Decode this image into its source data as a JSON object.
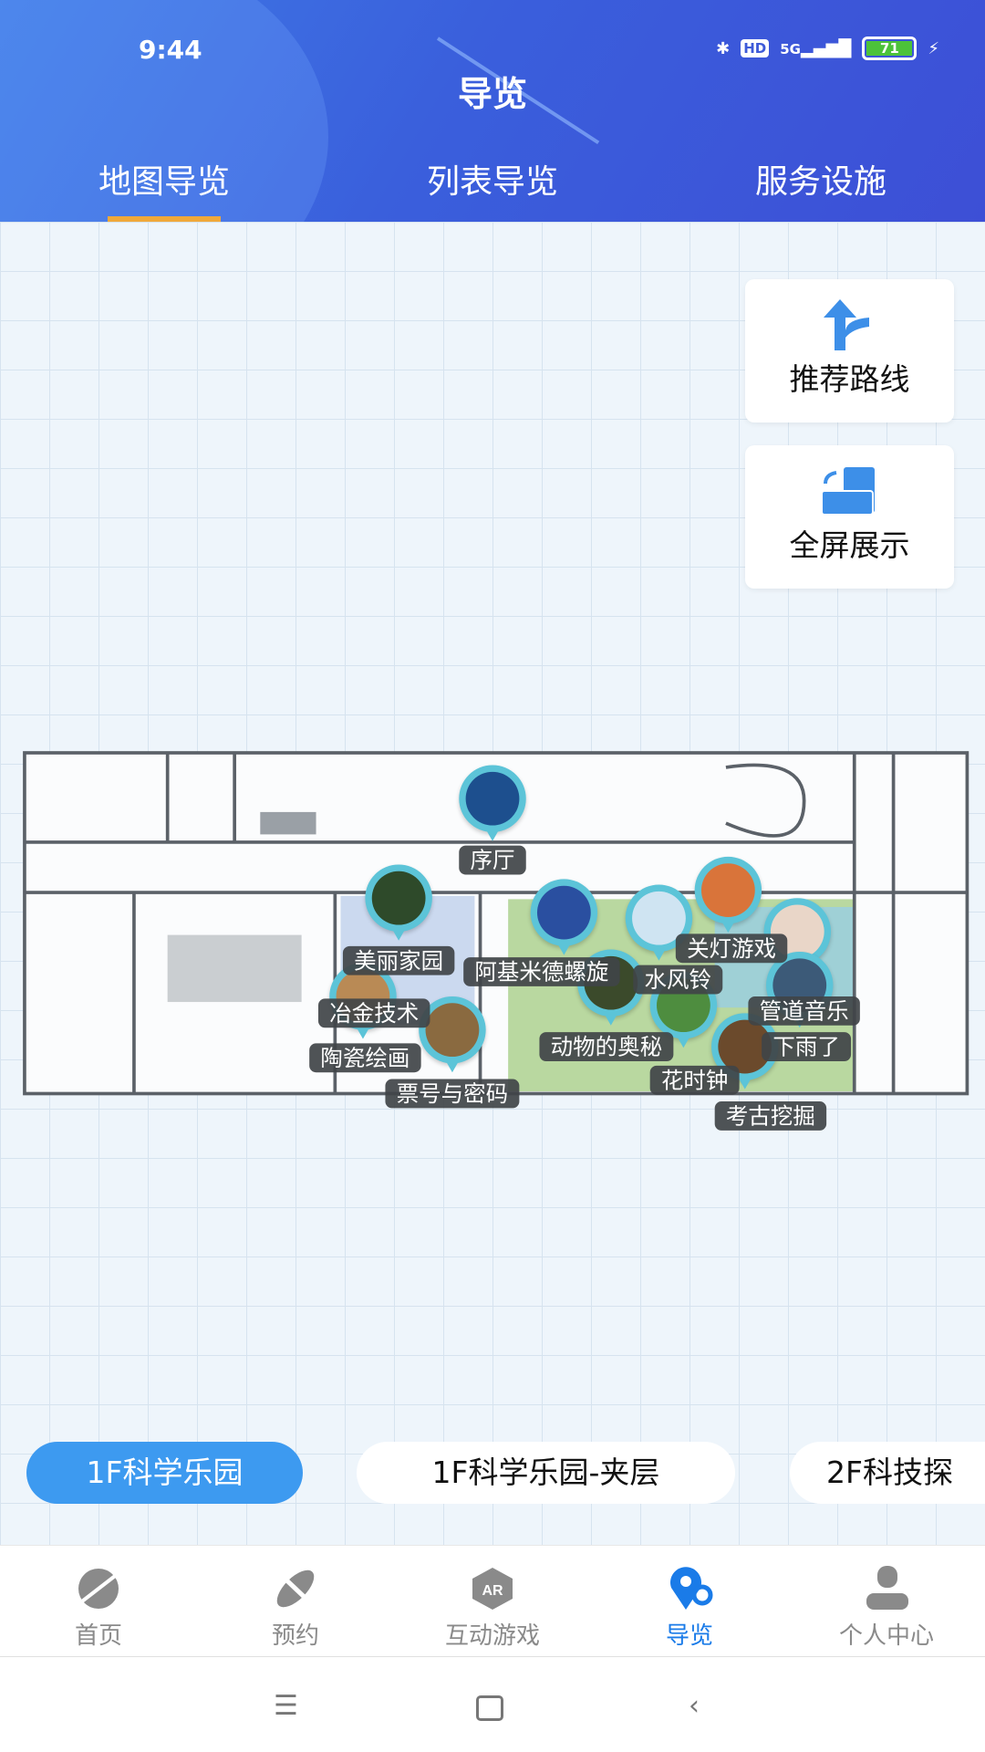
{
  "status_bar": {
    "time": "9:44",
    "hd": "HD",
    "network": "5G",
    "battery": "71"
  },
  "header": {
    "title": "导览",
    "tabs": [
      {
        "label": "地图导览",
        "active": true
      },
      {
        "label": "列表导览"
      },
      {
        "label": "服务设施"
      }
    ]
  },
  "actions": {
    "route": {
      "label": "推荐路线",
      "icon": "route-arrow-icon"
    },
    "fullscreen": {
      "label": "全屏展示",
      "icon": "rotate-screen-icon"
    }
  },
  "map": {
    "points": [
      "序厅",
      "美丽家园",
      "阿基米德螺旋",
      "水风铃",
      "关灯游戏",
      "管道音乐",
      "冶金技术",
      "陶瓷绘画",
      "票号与密码",
      "动物的奥秘",
      "花时钟",
      "下雨了",
      "考古挖掘"
    ]
  },
  "floors": [
    {
      "label": "1F科学乐园",
      "active": true
    },
    {
      "label": "1F科学乐园-夹层"
    },
    {
      "label": "2F科技探"
    }
  ],
  "nav": [
    {
      "label": "首页",
      "icon": "planet-icon"
    },
    {
      "label": "预约",
      "icon": "orbit-icon"
    },
    {
      "label": "互动游戏",
      "icon": "ar-icon",
      "badge": "AR"
    },
    {
      "label": "导览",
      "icon": "map-pin-icon",
      "active": true
    },
    {
      "label": "个人中心",
      "icon": "person-icon"
    }
  ],
  "colors": {
    "header": "#3d5ad8",
    "accent": "#3d9af0",
    "tab_indicator": "#f0a83a",
    "active_nav": "#1a7be8"
  }
}
